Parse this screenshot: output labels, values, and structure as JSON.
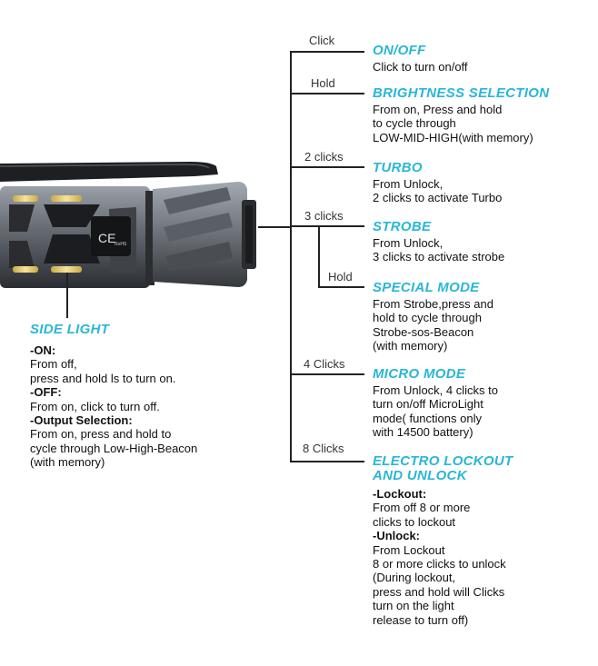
{
  "colors": {
    "accent": "#29b6d8",
    "text": "#111111",
    "line": "#222222",
    "flashlight_body": "#6e737a"
  },
  "flashlight": {
    "markings": {
      "ce": "CE",
      "rohs": "RoHS"
    }
  },
  "side_light": {
    "title": "SIDE LIGHT",
    "on_heading": "-ON:",
    "on_line1": "From off,",
    "on_line2": "press and hold ls to turn on.",
    "off_heading": "-OFF:",
    "off_line1": "From on, click to turn off.",
    "output_heading": "-Output Selection:",
    "output_line1": "From on, press and hold to",
    "output_line2": "cycle through Low-High-Beacon",
    "output_line3": "(with memory)"
  },
  "modes": [
    {
      "trigger": "Click",
      "title": "ON/OFF",
      "lines": [
        "Click to turn on/off"
      ]
    },
    {
      "trigger": "Hold",
      "title": "BRIGHTNESS SELECTION",
      "lines": [
        "From on, Press and hold",
        "to cycle through",
        "LOW-MID-HIGH(with memory)"
      ]
    },
    {
      "trigger": "2 clicks",
      "title": "TURBO",
      "lines": [
        "From Unlock,",
        "2 clicks to activate Turbo"
      ]
    },
    {
      "trigger": "3 clicks",
      "title": "STROBE",
      "lines": [
        "From Unlock,",
        "3 clicks to activate strobe"
      ]
    },
    {
      "trigger": "Hold",
      "title": "SPECIAL MODE",
      "lines": [
        "From Strobe,press and",
        "hold to cycle through",
        "Strobe-sos-Beacon",
        "(with memory)"
      ]
    },
    {
      "trigger": "4 Clicks",
      "title": "MICRO MODE",
      "lines": [
        "From Unlock, 4 clicks to",
        "turn on/off MicroLight",
        "mode( functions only",
        "with 14500 battery)"
      ]
    },
    {
      "trigger": "8 Clicks",
      "title_line1": "ELECTRO LOCKOUT",
      "title_line2": "AND UNLOCK",
      "lockout_heading": "-Lockout:",
      "lockout_lines": [
        "From off 8 or more",
        "clicks to lockout"
      ],
      "unlock_heading": "-Unlock:",
      "unlock_lines": [
        "From Lockout",
        "8 or more clicks to unlock",
        "(During lockout,",
        "press and hold will Clicks",
        "turn on the light",
        "release to turn off)"
      ]
    }
  ]
}
